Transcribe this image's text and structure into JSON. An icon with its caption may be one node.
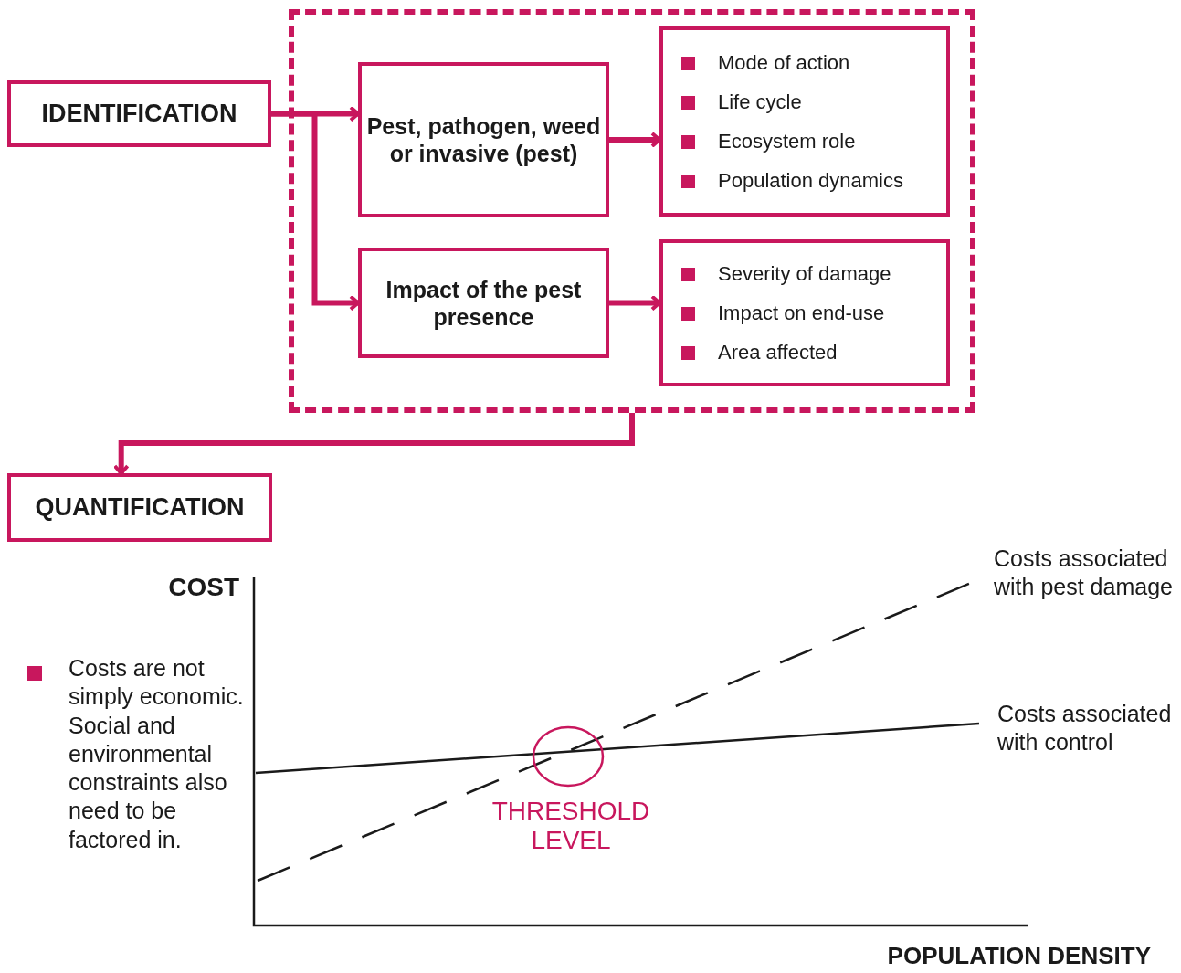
{
  "diagram": {
    "nodes": [
      {
        "text": [],
        "shape": "box"
      },
      {
        "text": [
          "IDENTIFICATION"
        ]
      },
      {
        "text": [
          "Pest, pathogen, weed or invasive (pest)"
        ],
        "in": 0
      },
      {
        "text": [
          "Mode of action",
          "Life cycle",
          "Ecosystem role",
          "Population dynamics"
        ],
        "in": 0
      },
      {
        "text": [
          "Impact of the pest presence"
        ],
        "in": 0
      },
      {
        "text": [
          "Severity of damage",
          "Impact on end-use",
          "Area affected"
        ],
        "in": 0
      },
      {
        "text": [
          "QUANTIFICATION"
        ]
      }
    ],
    "edges": [
      {
        "from": 1,
        "to": 2,
        "arrow": "to"
      },
      {
        "from": 1,
        "to": 4,
        "arrow": "to"
      },
      {
        "from": 2,
        "to": 3,
        "arrow": "to"
      },
      {
        "from": 4,
        "to": 5,
        "arrow": "to"
      },
      {
        "from": 0,
        "to": 6,
        "arrow": "to"
      }
    ],
    "labels": [
      "COST",
      "Costs associated with pest damage",
      "Costs are not simply economic. Social and environmental constraints also need to be factored in.",
      "Costs associated with control",
      "THRESHOLD LEVEL",
      "POPULATION DENSITY"
    ]
  }
}
